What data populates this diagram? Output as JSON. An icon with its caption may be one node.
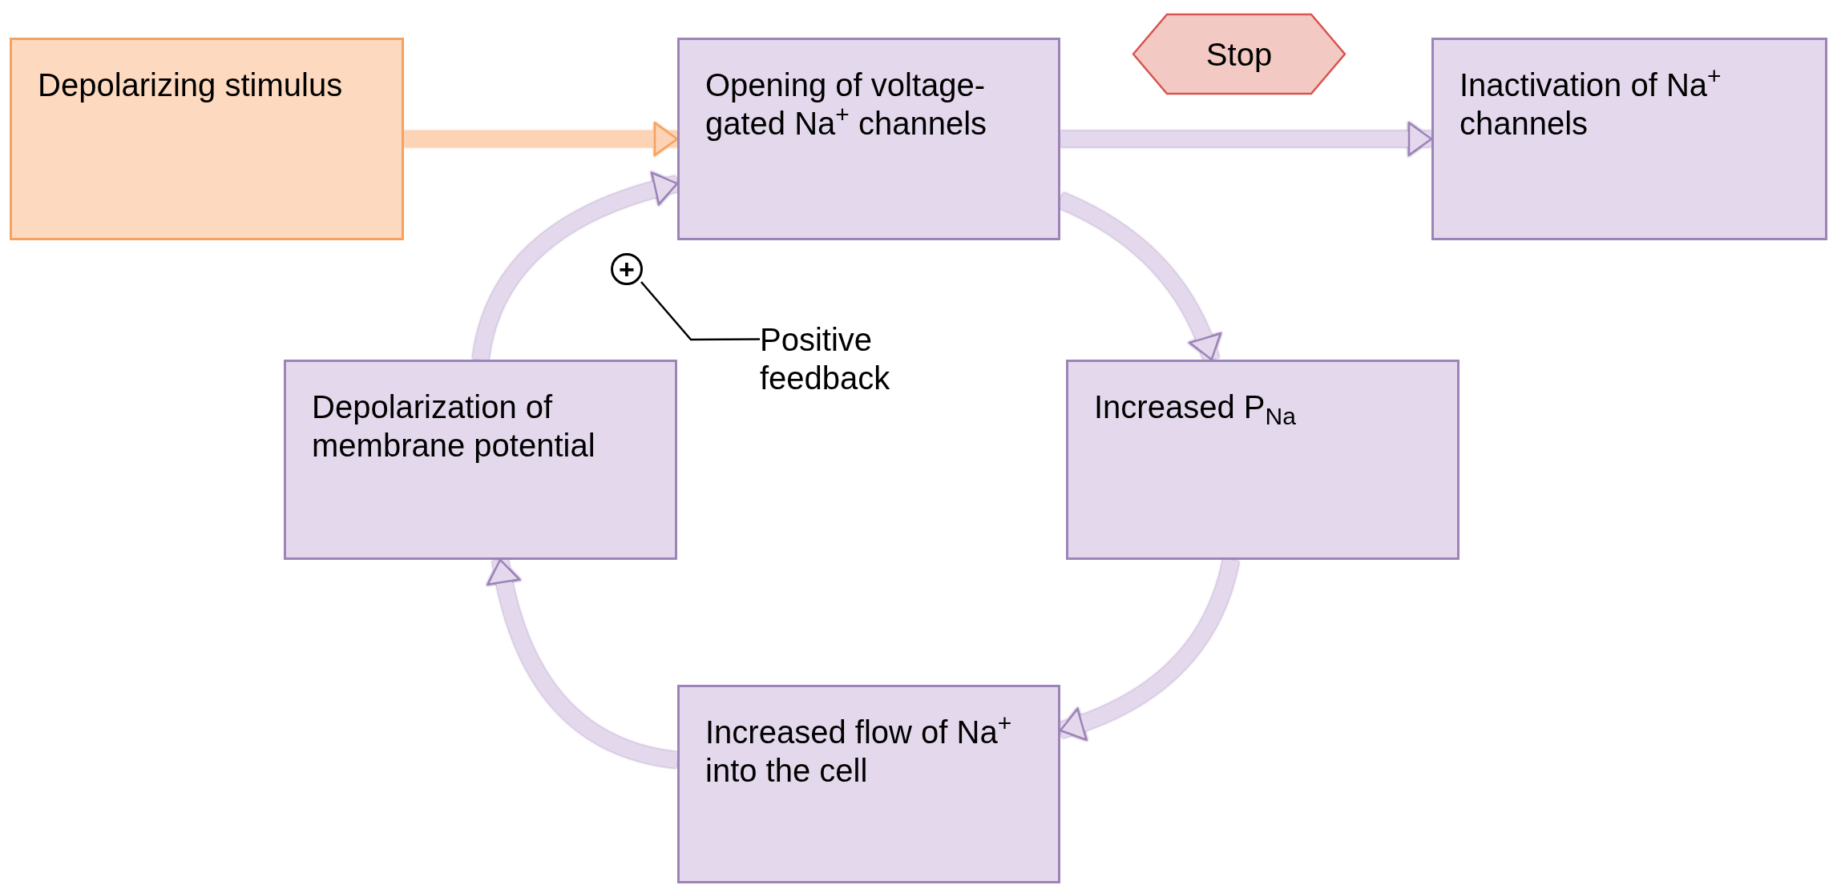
{
  "diagram": {
    "nodes": [
      {
        "text": [
          "Depolarizing stimulus"
        ]
      },
      {
        "text": [
          "Opening of voltage-gated Na$^{+}$ channels"
        ]
      },
      {
        "text": [
          "Stop"
        ]
      },
      {
        "text": [
          "Inactivation of Na$^{+}$ channels"
        ]
      },
      {
        "text": [
          "Depolarization of membrane potential"
        ]
      },
      {
        "text": [
          "Positive feedback"
        ]
      },
      {
        "text": [
          "+"
        ]
      },
      {
        "text": [
          "Increased P$_{Na}$"
        ]
      },
      {
        "text": [
          "Increased flow of Na$^{+}$ into the cell"
        ]
      }
    ],
    "edges": [
      {
        "from": 0,
        "to": 1,
        "arrow": "to",
        "color": "#fcd3b4"
      },
      {
        "from": 1,
        "to": 3,
        "arrow": "to"
      },
      {
        "from": 1,
        "to": 7,
        "arrow": "to"
      },
      {
        "from": 7,
        "to": 8,
        "arrow": "to"
      },
      {
        "from": 8,
        "to": 4,
        "arrow": "to"
      },
      {
        "from": 4,
        "to": 1,
        "arrow": "to"
      },
      {
        "from": 5,
        "to": 6,
        "arrow": "none",
        "color": "#000000"
      }
    ]
  }
}
